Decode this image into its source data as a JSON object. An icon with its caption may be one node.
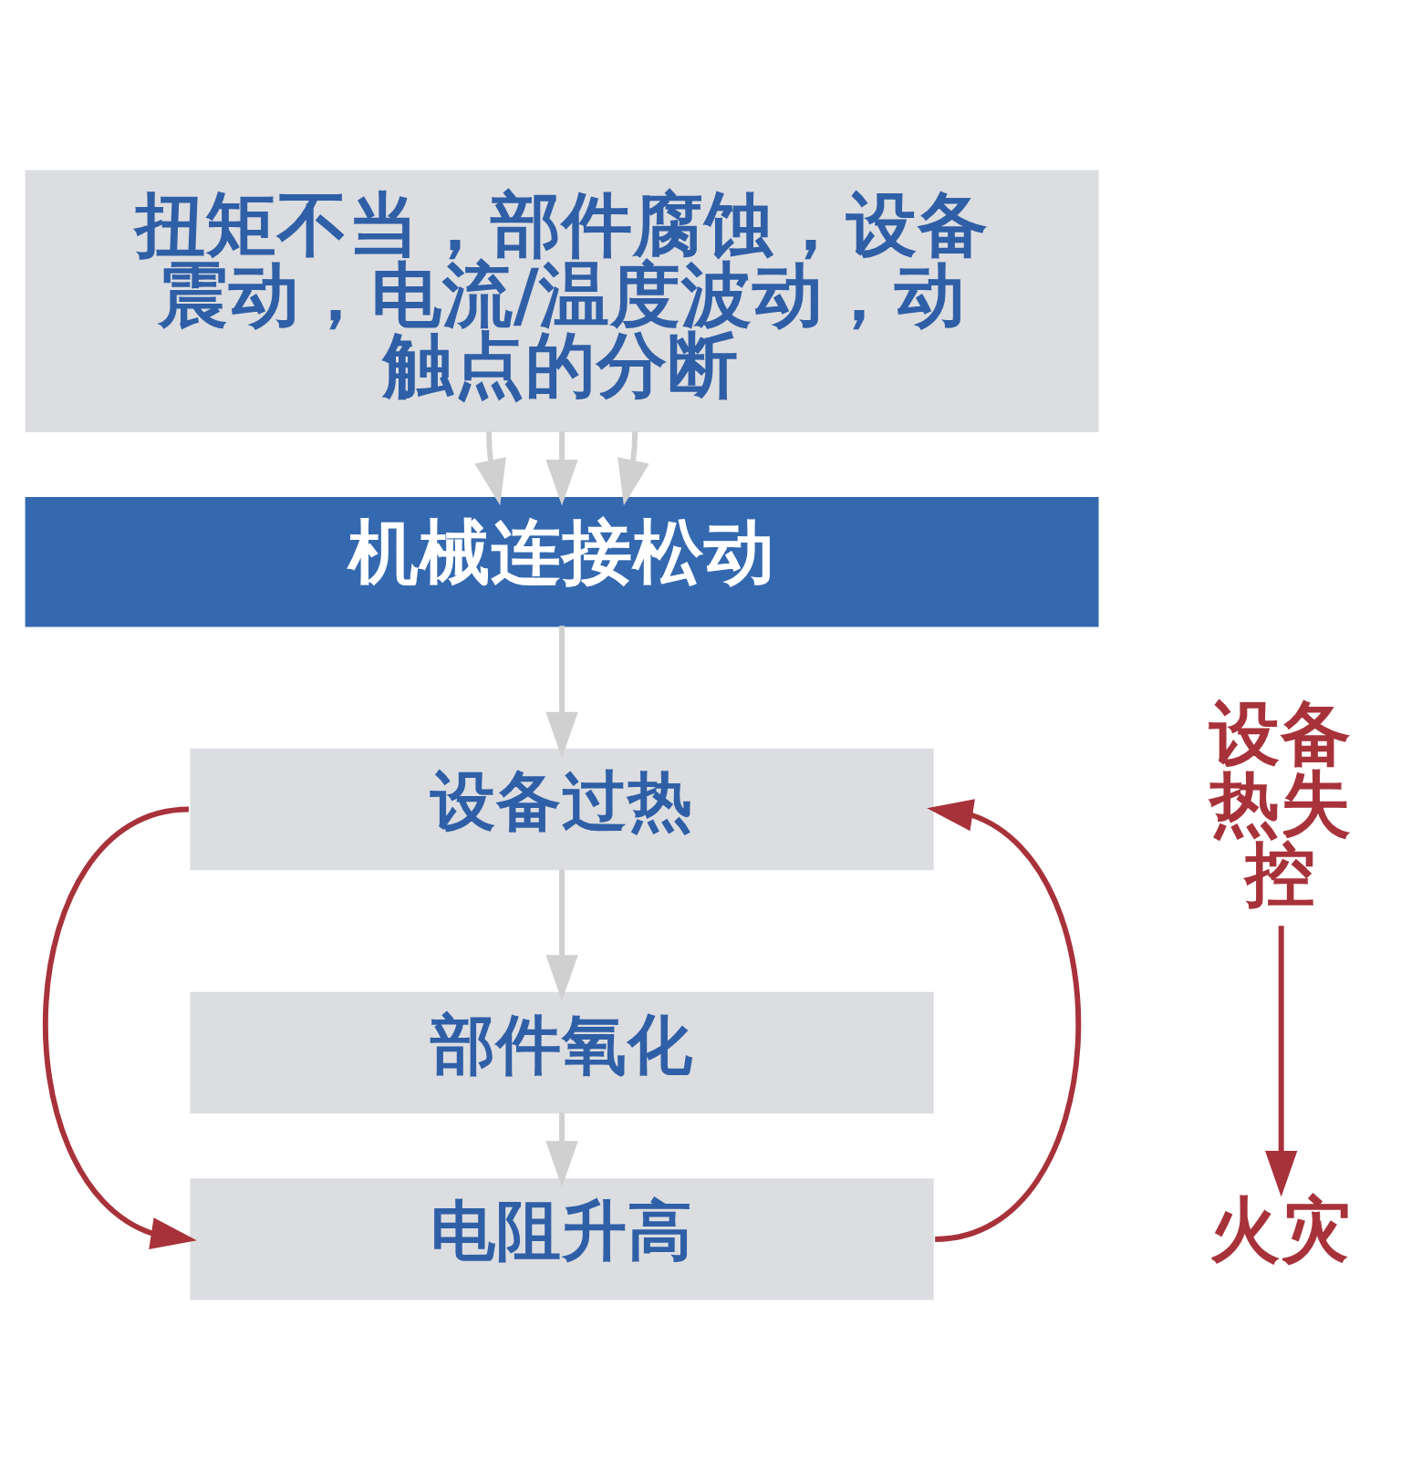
{
  "diagram": {
    "nodes": [
      {
        "text": [
          "扭矩不当，部件腐蚀，设备震动，电流/温度波动，动触点的分断"
        ]
      },
      {
        "text": [
          "机械连接松动"
        ]
      },
      {
        "text": [
          "设备过热"
        ]
      },
      {
        "text": [
          "部件氧化"
        ]
      },
      {
        "text": [
          "电阻升高"
        ]
      },
      {
        "text": [
          "设备热失控"
        ]
      },
      {
        "text": [
          "火灾"
        ]
      }
    ],
    "edges": [
      {
        "from": 0,
        "to": 1,
        "arrow": "to"
      },
      {
        "from": 0,
        "to": 1,
        "arrow": "to"
      },
      {
        "from": 0,
        "to": 1,
        "arrow": "to"
      },
      {
        "from": 1,
        "to": 2,
        "arrow": "to"
      },
      {
        "from": 2,
        "to": 3,
        "arrow": "to"
      },
      {
        "from": 3,
        "to": 4,
        "arrow": "to"
      },
      {
        "from": 2,
        "to": 4,
        "arrow": "to",
        "color": "#a8323a"
      },
      {
        "from": 4,
        "to": 2,
        "arrow": "to",
        "color": "#a8323a"
      },
      {
        "from": 5,
        "to": 6,
        "arrow": "to",
        "color": "#a8323a"
      }
    ]
  }
}
